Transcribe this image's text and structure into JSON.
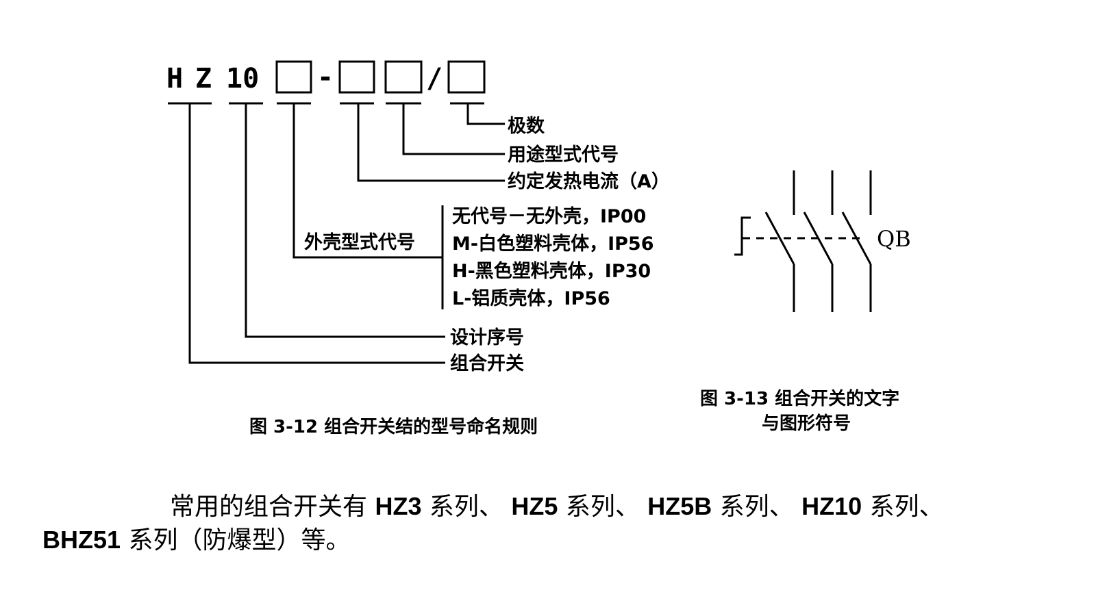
{
  "model": {
    "prefix_h": "H",
    "prefix_z": "Z",
    "prefix_num": "10",
    "dash": "-",
    "slash": "/"
  },
  "labels": {
    "poles": "极数",
    "usage_type": "用途型式代号",
    "rated_current": "约定发热电流（A）",
    "enclosure_type": "外壳型式代号",
    "enclosure_options": [
      "无代号－无外壳，IP00",
      "M-白色塑料壳体，IP56",
      "H-黑色塑料壳体，IP30",
      "L-铝质壳体，IP56"
    ],
    "design_serial": "设计序号",
    "combination_switch": "组合开关"
  },
  "symbol": {
    "label": "QB"
  },
  "captions": {
    "fig_3_12": "图 3-12     组合开关结的型号命名规则",
    "fig_3_13_line1": "图 3-13   组合开关的文字",
    "fig_3_13_line2": "与图形符号"
  },
  "paragraph": {
    "seg1": "常用的组合开关有 ",
    "hz3": "HZ3",
    "seg2": " 系列、 ",
    "hz5": "HZ5",
    "seg3": " 系列、 ",
    "hz5b": "HZ5B",
    "seg4": " 系列、 ",
    "hz10": "HZ10",
    "seg5": " 系列、 ",
    "bhz51": "BHZ51",
    "seg6": " 系列（防爆型）等。"
  }
}
